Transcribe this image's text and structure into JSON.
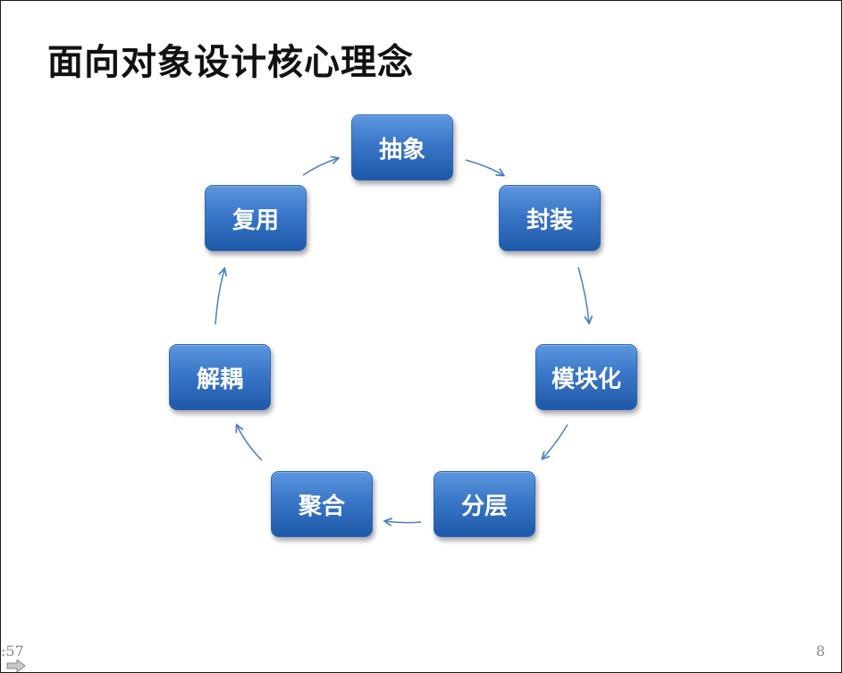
{
  "slide": {
    "title": "面向对象设计核心理念",
    "time_label": ":57",
    "page_number": "8"
  },
  "diagram": {
    "type": "cycle",
    "nodes": [
      {
        "id": "abstraction",
        "label": "抽象"
      },
      {
        "id": "encapsulation",
        "label": "封装"
      },
      {
        "id": "modularization",
        "label": "模块化"
      },
      {
        "id": "layering",
        "label": "分层"
      },
      {
        "id": "aggregation",
        "label": "聚合"
      },
      {
        "id": "decoupling",
        "label": "解耦"
      },
      {
        "id": "reuse",
        "label": "复用"
      }
    ],
    "edges": [
      {
        "from": "abstraction",
        "to": "encapsulation"
      },
      {
        "from": "encapsulation",
        "to": "modularization"
      },
      {
        "from": "modularization",
        "to": "layering"
      },
      {
        "from": "layering",
        "to": "aggregation"
      },
      {
        "from": "aggregation",
        "to": "decoupling"
      },
      {
        "from": "decoupling",
        "to": "reuse"
      },
      {
        "from": "reuse",
        "to": "abstraction"
      }
    ],
    "colors": {
      "node_top": "#5d97de",
      "node_bottom": "#1e58a8",
      "arrow": "#4a7fc1"
    }
  }
}
